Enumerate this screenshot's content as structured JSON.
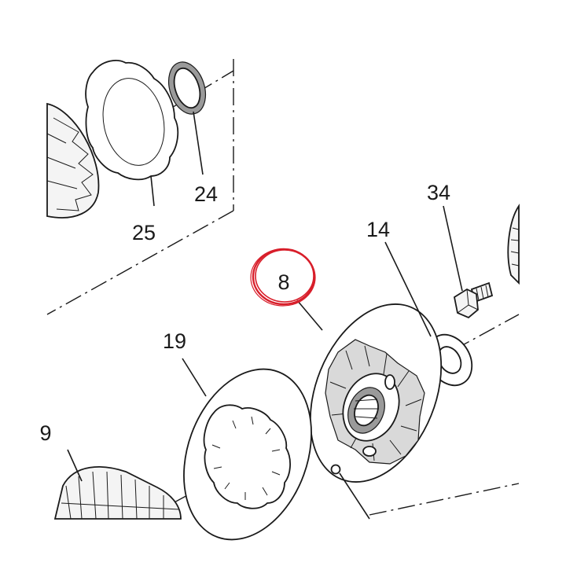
{
  "callouts": {
    "c8": "8",
    "c14": "14",
    "c19": "19",
    "c24": "24",
    "c25": "25",
    "c34": "34",
    "c9": "9"
  },
  "highlight": {
    "color": "#d81e2a",
    "target": "8"
  },
  "colors": {
    "line": "#1a1a1a",
    "background": "#ffffff"
  }
}
